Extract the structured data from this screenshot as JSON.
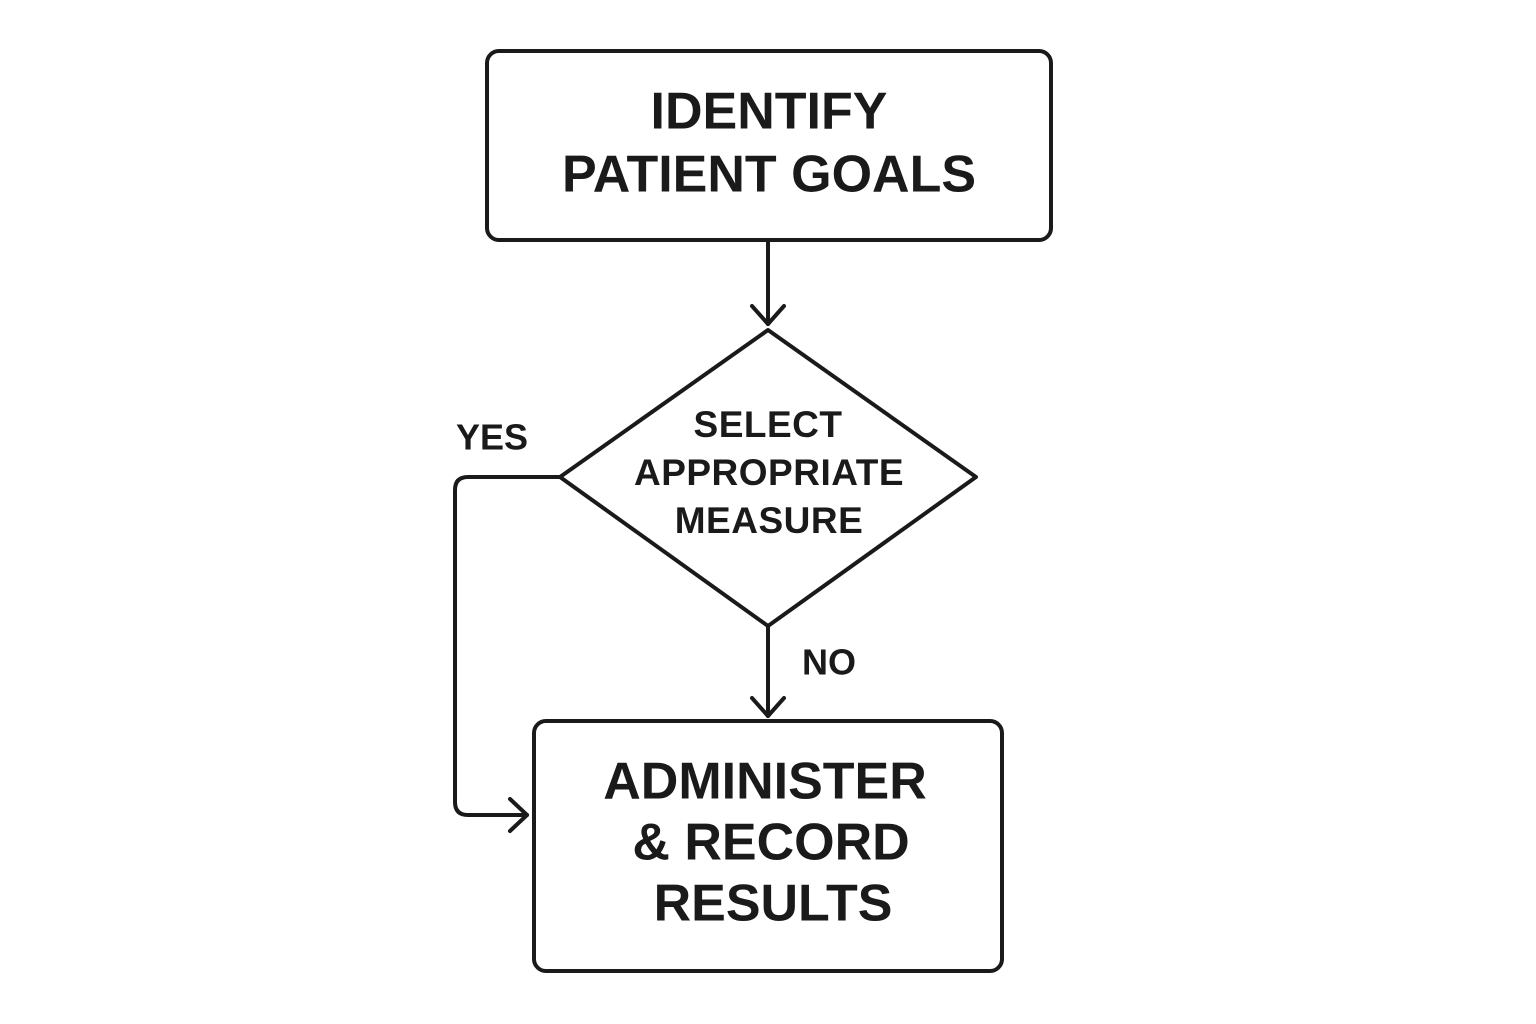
{
  "colors": {
    "background": "#ffffff",
    "stroke": "#1a1a1a",
    "text": "#1a1a1a"
  },
  "nodes": {
    "identify": {
      "line1": "IDENTIFY",
      "line2": "PATIENT GOALS"
    },
    "select": {
      "line1": "SELECT",
      "line2": "APPROPRIATE",
      "line3": "MEASURE"
    },
    "administer": {
      "line1": "ADMINISTER",
      "line2": "& RECORD",
      "line3": "RESULTS"
    }
  },
  "edges": {
    "yes_label": "YES",
    "no_label": "NO"
  }
}
